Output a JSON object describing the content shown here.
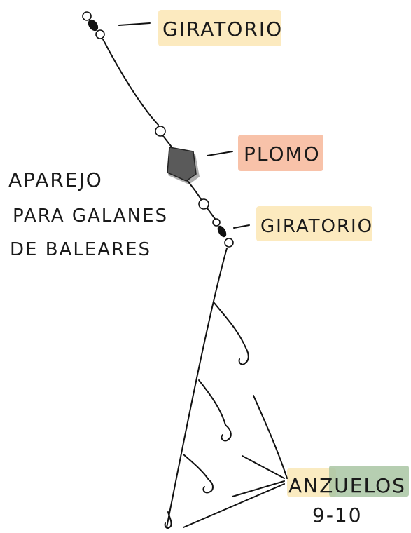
{
  "title": {
    "line1": "APAREJO",
    "line2": "PARA GALANES",
    "line3": "DE BALEARES"
  },
  "labels": {
    "giratorio_top": {
      "text": "GIRATORIO",
      "highlight": "#fbe6b4"
    },
    "plomo": {
      "text": "PLOMO",
      "highlight": "#f7b79a"
    },
    "giratorio_mid": {
      "text": "GIRATORIO",
      "highlight": "#fbe6b4"
    },
    "anzuelos": {
      "text": "ANZUELOS",
      "highlight_left": "#f9e7b6",
      "highlight_right": "#a9c6a3"
    },
    "anzuelos_size": {
      "text": "9-10"
    }
  },
  "colors": {
    "ink": "#111111",
    "weight_fill": "#5a5a5a",
    "weight_shadow": "#9a9a9a"
  }
}
